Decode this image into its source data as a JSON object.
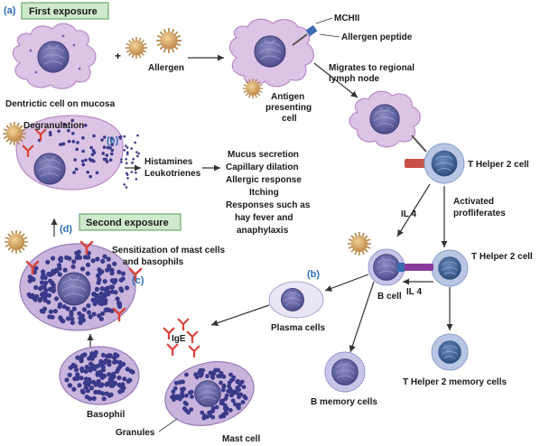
{
  "panel_letters": {
    "a": "(a)",
    "b": "(b)",
    "c": "(c)",
    "d": "(d)",
    "e": "(e)"
  },
  "section_titles": {
    "first_exposure": "First exposure",
    "second_exposure": "Second exposure"
  },
  "labels": {
    "dendritic_cell": "Dentrictic cell on mucosa",
    "plus": "+",
    "allergen": "Allergen",
    "mchii": "MCHII",
    "allergen_peptide": "Allergen peptide",
    "migrates_line1": "Migrates to regional",
    "migrates_line2": "lymph node",
    "apc_line1": "Antigen",
    "apc_line2": "presenting",
    "apc_line3": "cell",
    "th2_cell_top": "T Helper 2 cell",
    "il4_left": "IL 4",
    "activated_line1": "Activated",
    "activated_line2": "profliferates",
    "th2_cell_mid": "T Helper 2 cell",
    "il4_mid": "IL 4",
    "b_cell": "B cell",
    "plasma_cells": "Plasma cells",
    "b_memory": "B memory cells",
    "th2_memory": "T Helper 2 memory cells",
    "ige": "IgE",
    "degranulation": "Degranulation",
    "mediator1": "Histamines",
    "mediator2": "Leukotrienes",
    "effects": [
      "Mucus secretion",
      "Capillary dilation",
      "Allergic response",
      "Itching",
      "Responses such as",
      "hay fever and",
      "anaphylaxis"
    ],
    "sensitization_line1": "Sensitization of mast cells",
    "sensitization_line2": "and basophils",
    "basophil": "Basophil",
    "granules": "Granules",
    "mast_cell": "Mast cell"
  },
  "colors": {
    "dendritic_fill": "#dcc4e4",
    "nucleus": "#6a6aa8",
    "th2_fill": "#b8c6e4",
    "th2_nucleus": "#3a5a8a",
    "granule": "#3a3a8a",
    "allergen": "#d9a86a",
    "ige": "#d8463c",
    "box_fill": "#cfe9cc",
    "box_stroke": "#6aa86a",
    "letter": "#2a6db5"
  }
}
